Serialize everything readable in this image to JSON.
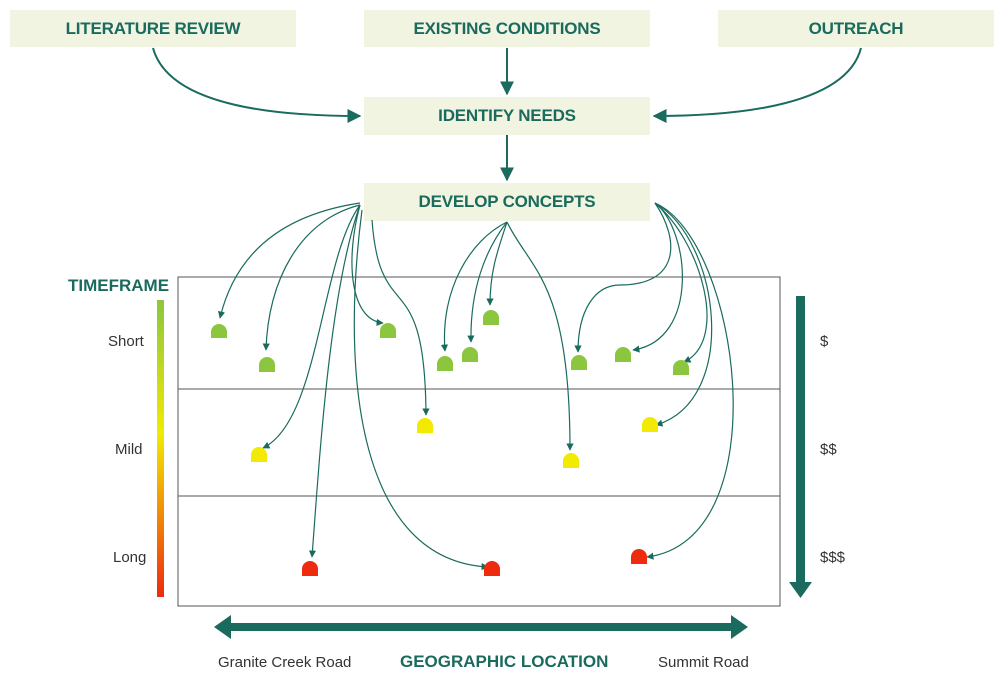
{
  "boxes": {
    "literature_review": "LITERATURE REVIEW",
    "existing_conditions": "EXISTING CONDITIONS",
    "outreach": "OUTREACH",
    "identify_needs": "IDENTIFY NEEDS",
    "develop_concepts": "DEVELOP CONCEPTS"
  },
  "timeframe": {
    "title": "TIMEFRAME",
    "levels": [
      "Short",
      "Mild",
      "Long"
    ]
  },
  "cost": {
    "levels": [
      "$",
      "$$",
      "$$$"
    ]
  },
  "location": {
    "title": "GEOGRAPHIC LOCATION",
    "left": "Granite Creek Road",
    "right": "Summit Road"
  },
  "colors": {
    "teal": "#1a6b5e",
    "box_fill": "#f1f4e1",
    "short": "#8cc63f",
    "mild": "#f2ea00",
    "long": "#ee2a0f"
  }
}
